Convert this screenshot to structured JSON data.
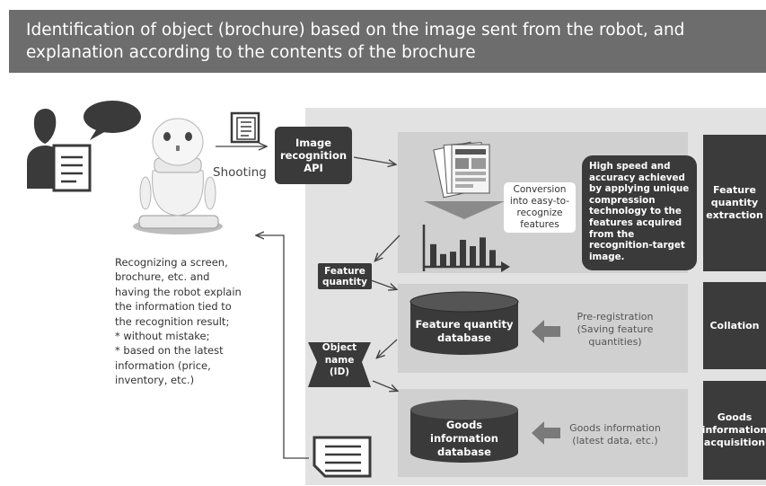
{
  "banner": {
    "text": "Identification of object (brochure) based on the image sent from the robot, and explanation according to the contents of the brochure"
  },
  "robot_side": {
    "shooting_label": "Shooting",
    "description_lines": [
      "Recognizing a screen,",
      "brochure, etc. and",
      "having the robot explain",
      "the information tied to",
      "the recognition result;",
      "* without mistake;",
      "* based on the latest",
      "information (price,",
      "inventory, etc.)"
    ]
  },
  "api_box": {
    "lines": [
      "Image",
      "recognition",
      "API"
    ]
  },
  "feature_extraction": {
    "conversion_lines": [
      "Conversion",
      "into easy-to-",
      "recognize",
      "features"
    ],
    "callout_lines": [
      "High speed and",
      "accuracy achieved",
      "by applying unique",
      "compression",
      "technology to the",
      "features acquired",
      "from the",
      "recognition-target",
      "image."
    ],
    "side_label_lines": [
      "Feature",
      "quantity",
      "extraction"
    ]
  },
  "feature_quantity_tag": {
    "lines": [
      "Feature",
      "quantity"
    ]
  },
  "collation": {
    "db_lines": [
      "Feature quantity",
      "database"
    ],
    "prereg_lines": [
      "Pre-registration",
      "(Saving feature",
      "quantities)"
    ],
    "side_label": "Collation"
  },
  "object_tag": {
    "lines": [
      "Object",
      "name",
      "(ID)"
    ]
  },
  "goods": {
    "db_lines": [
      "Goods",
      "information",
      "database"
    ],
    "info_lines": [
      "Goods information",
      "(latest data, etc.)"
    ],
    "side_label_lines": [
      "Goods",
      "information",
      "acquisition"
    ]
  },
  "bar_chart_values": [
    0.55,
    0.3,
    0.36,
    0.66,
    0.5,
    0.72,
    0.4
  ],
  "colors": {
    "banner": "#6d6d6d",
    "dark": "#3a3a3a",
    "panel": "#e2e2e2",
    "section": "#d0d0d0",
    "arrow_gray": "#7a7a7a"
  }
}
